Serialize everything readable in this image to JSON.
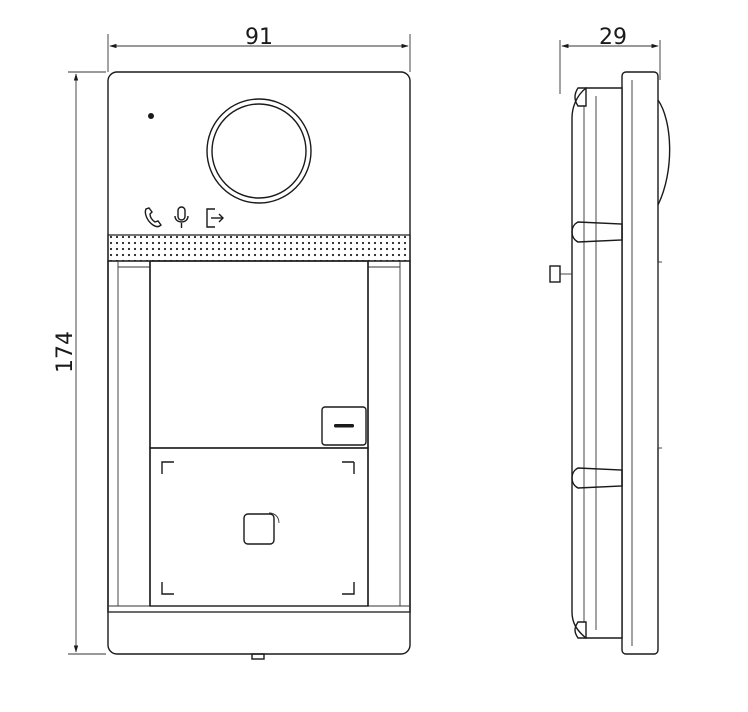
{
  "dimensions": {
    "width_label": "91",
    "height_label": "174",
    "depth_label": "29"
  },
  "icons": [
    "call-icon",
    "microphone-icon",
    "door-exit-icon",
    "card-reader-icon",
    "speaker-grille",
    "camera-lens"
  ],
  "colors": {
    "line": "#1a1a1a",
    "background": "#ffffff"
  }
}
